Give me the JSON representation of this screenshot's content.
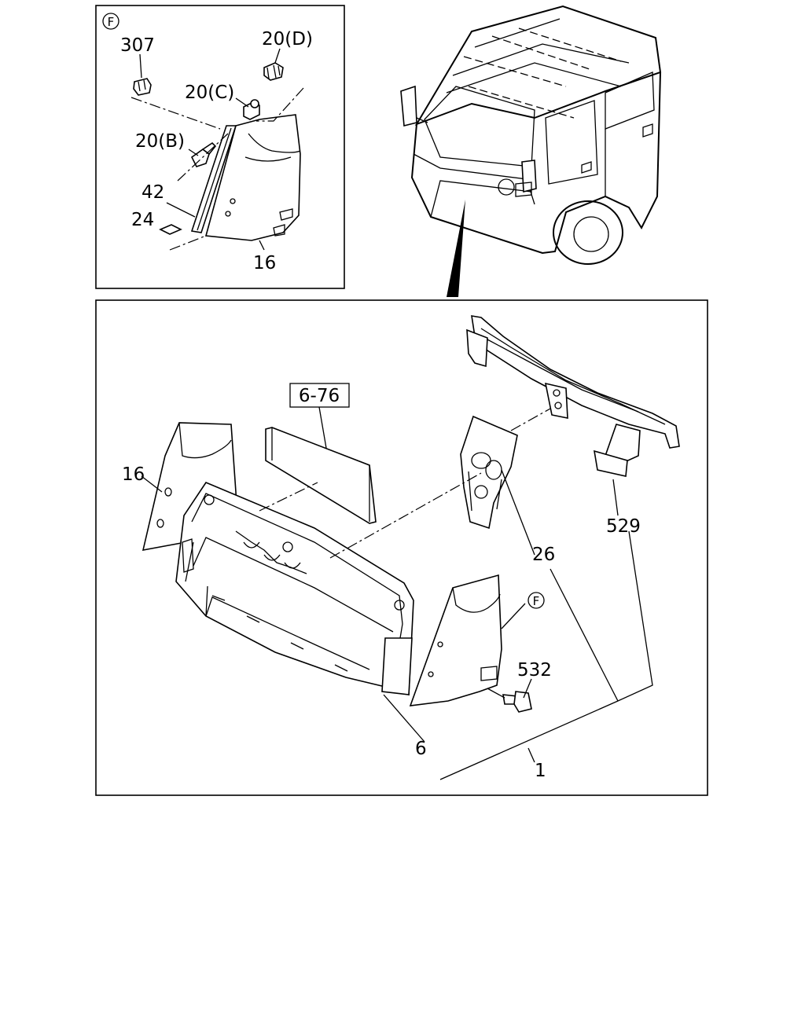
{
  "diagram": {
    "inset_labels": {
      "view_marker": "F",
      "part_307": "307",
      "part_20d": "20(D)",
      "part_20c": "20(C)",
      "part_20b": "20(B)",
      "part_42": "42",
      "part_24": "24",
      "part_16": "16"
    },
    "main_labels": {
      "ref_box": "6-76",
      "part_16": "16",
      "part_529": "529",
      "part_26": "26",
      "view_marker": "F",
      "part_532": "532",
      "part_6": "6",
      "part_1": "1"
    }
  }
}
